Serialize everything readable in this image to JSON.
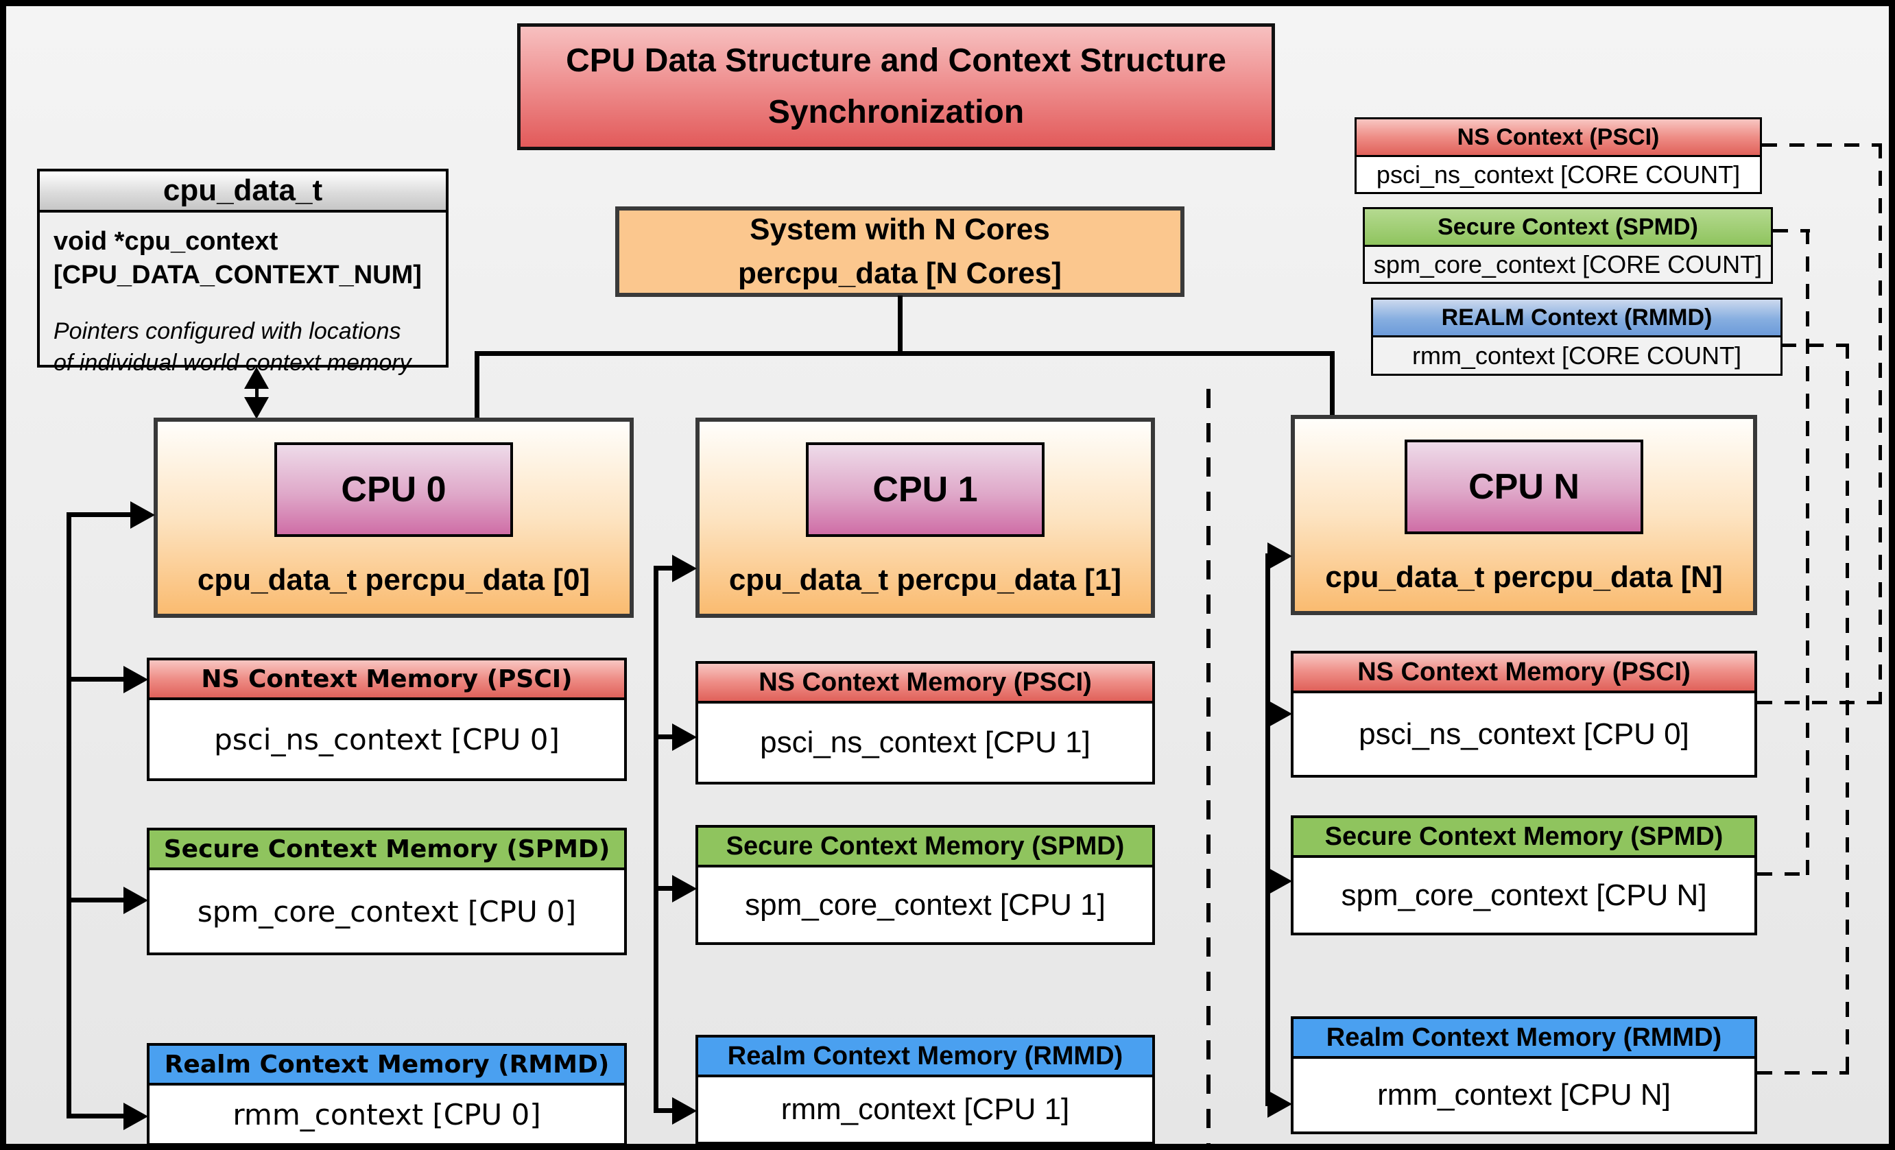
{
  "title": {
    "text": "CPU Data Structure and Context Structure\nSynchronization"
  },
  "cpu_data_struct": {
    "header": "cpu_data_t",
    "field": "void  *cpu_context\n[CPU_DATA_CONTEXT_NUM]",
    "note": "Pointers configured with locations\nof individual world context memory"
  },
  "system_box": {
    "text": "System with N Cores\npercpu_data [N Cores]"
  },
  "legend": {
    "ns": {
      "header": "NS Context  (PSCI)",
      "body": "psci_ns_context [CORE COUNT]"
    },
    "secure": {
      "header": "Secure Context (SPMD)",
      "body": "spm_core_context [CORE COUNT]"
    },
    "realm": {
      "header": "REALM Context (RMMD)",
      "body": "rmm_context [CORE COUNT]"
    }
  },
  "context_headers": {
    "ns": "NS Context Memory (PSCI)",
    "secure": "Secure Context Memory (SPMD)",
    "realm": "Realm Context Memory (RMMD)"
  },
  "cpus": [
    {
      "badge": "CPU 0",
      "label": "cpu_data_t percpu_data [0]",
      "ns": "psci_ns_context [CPU 0]",
      "secure": "spm_core_context [CPU 0]",
      "realm": "rmm_context [CPU 0]"
    },
    {
      "badge": "CPU 1",
      "label": "cpu_data_t percpu_data [1]",
      "ns": "psci_ns_context [CPU 1]",
      "secure": "spm_core_context [CPU 1]",
      "realm": "rmm_context [CPU 1]"
    },
    {
      "badge": "CPU N",
      "label": "cpu_data_t percpu_data [N]",
      "ns": "psci_ns_context [CPU 0]",
      "secure": "spm_core_context [CPU N]",
      "realm": "rmm_context [CPU N]"
    }
  ],
  "colors": {
    "title_red": "#e25a5a",
    "ns_red": "#e0615a",
    "secure_green": "#8fc45e",
    "realm_blue": "#4aa0f0",
    "system_orange": "#fbc78e",
    "cpu_orange": "#fabb70",
    "badge_pink": "#cf6ea6",
    "background": "#ececec"
  }
}
